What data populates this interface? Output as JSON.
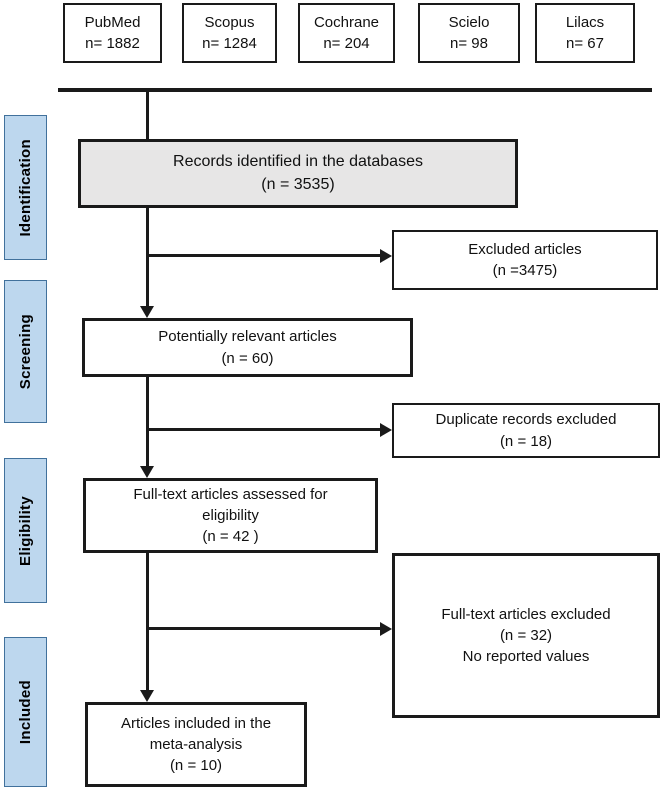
{
  "sources": [
    {
      "name": "PubMed",
      "count": "n= 1882"
    },
    {
      "name": "Scopus",
      "count": "n= 1284"
    },
    {
      "name": "Cochrane",
      "count": "n= 204"
    },
    {
      "name": "Scielo",
      "count": "n= 98"
    },
    {
      "name": "Lilacs",
      "count": "n= 67"
    }
  ],
  "stages": [
    {
      "label": "Identification"
    },
    {
      "label": "Screening"
    },
    {
      "label": "Eligibility"
    },
    {
      "label": "Included"
    }
  ],
  "flow": {
    "identified": {
      "line1": "Records identified in the databases",
      "line2": "(n = 3535)"
    },
    "excluded": {
      "line1": "Excluded articles",
      "line2": "(n =3475)"
    },
    "relevant": {
      "line1": "Potentially relevant articles",
      "line2": "(n = 60)"
    },
    "duplicates": {
      "line1": "Duplicate records excluded",
      "line2": "(n = 18)"
    },
    "fulltext_assessed": {
      "line1": "Full-text articles assessed for",
      "line2": "eligibility",
      "line3": "(n = 42 )"
    },
    "fulltext_excluded": {
      "line1": "Full-text articles excluded",
      "line2": "(n = 32)",
      "line3": "No reported values"
    },
    "included": {
      "line1": "Articles included in the",
      "line2": "meta-analysis",
      "line3": "(n = 10)"
    }
  },
  "colors": {
    "stage_fill": "#bdd7ee",
    "stage_border": "#41719c",
    "identified_fill": "#e7e6e6",
    "line": "#1a1a1a",
    "box_border": "#1a1a1a"
  }
}
